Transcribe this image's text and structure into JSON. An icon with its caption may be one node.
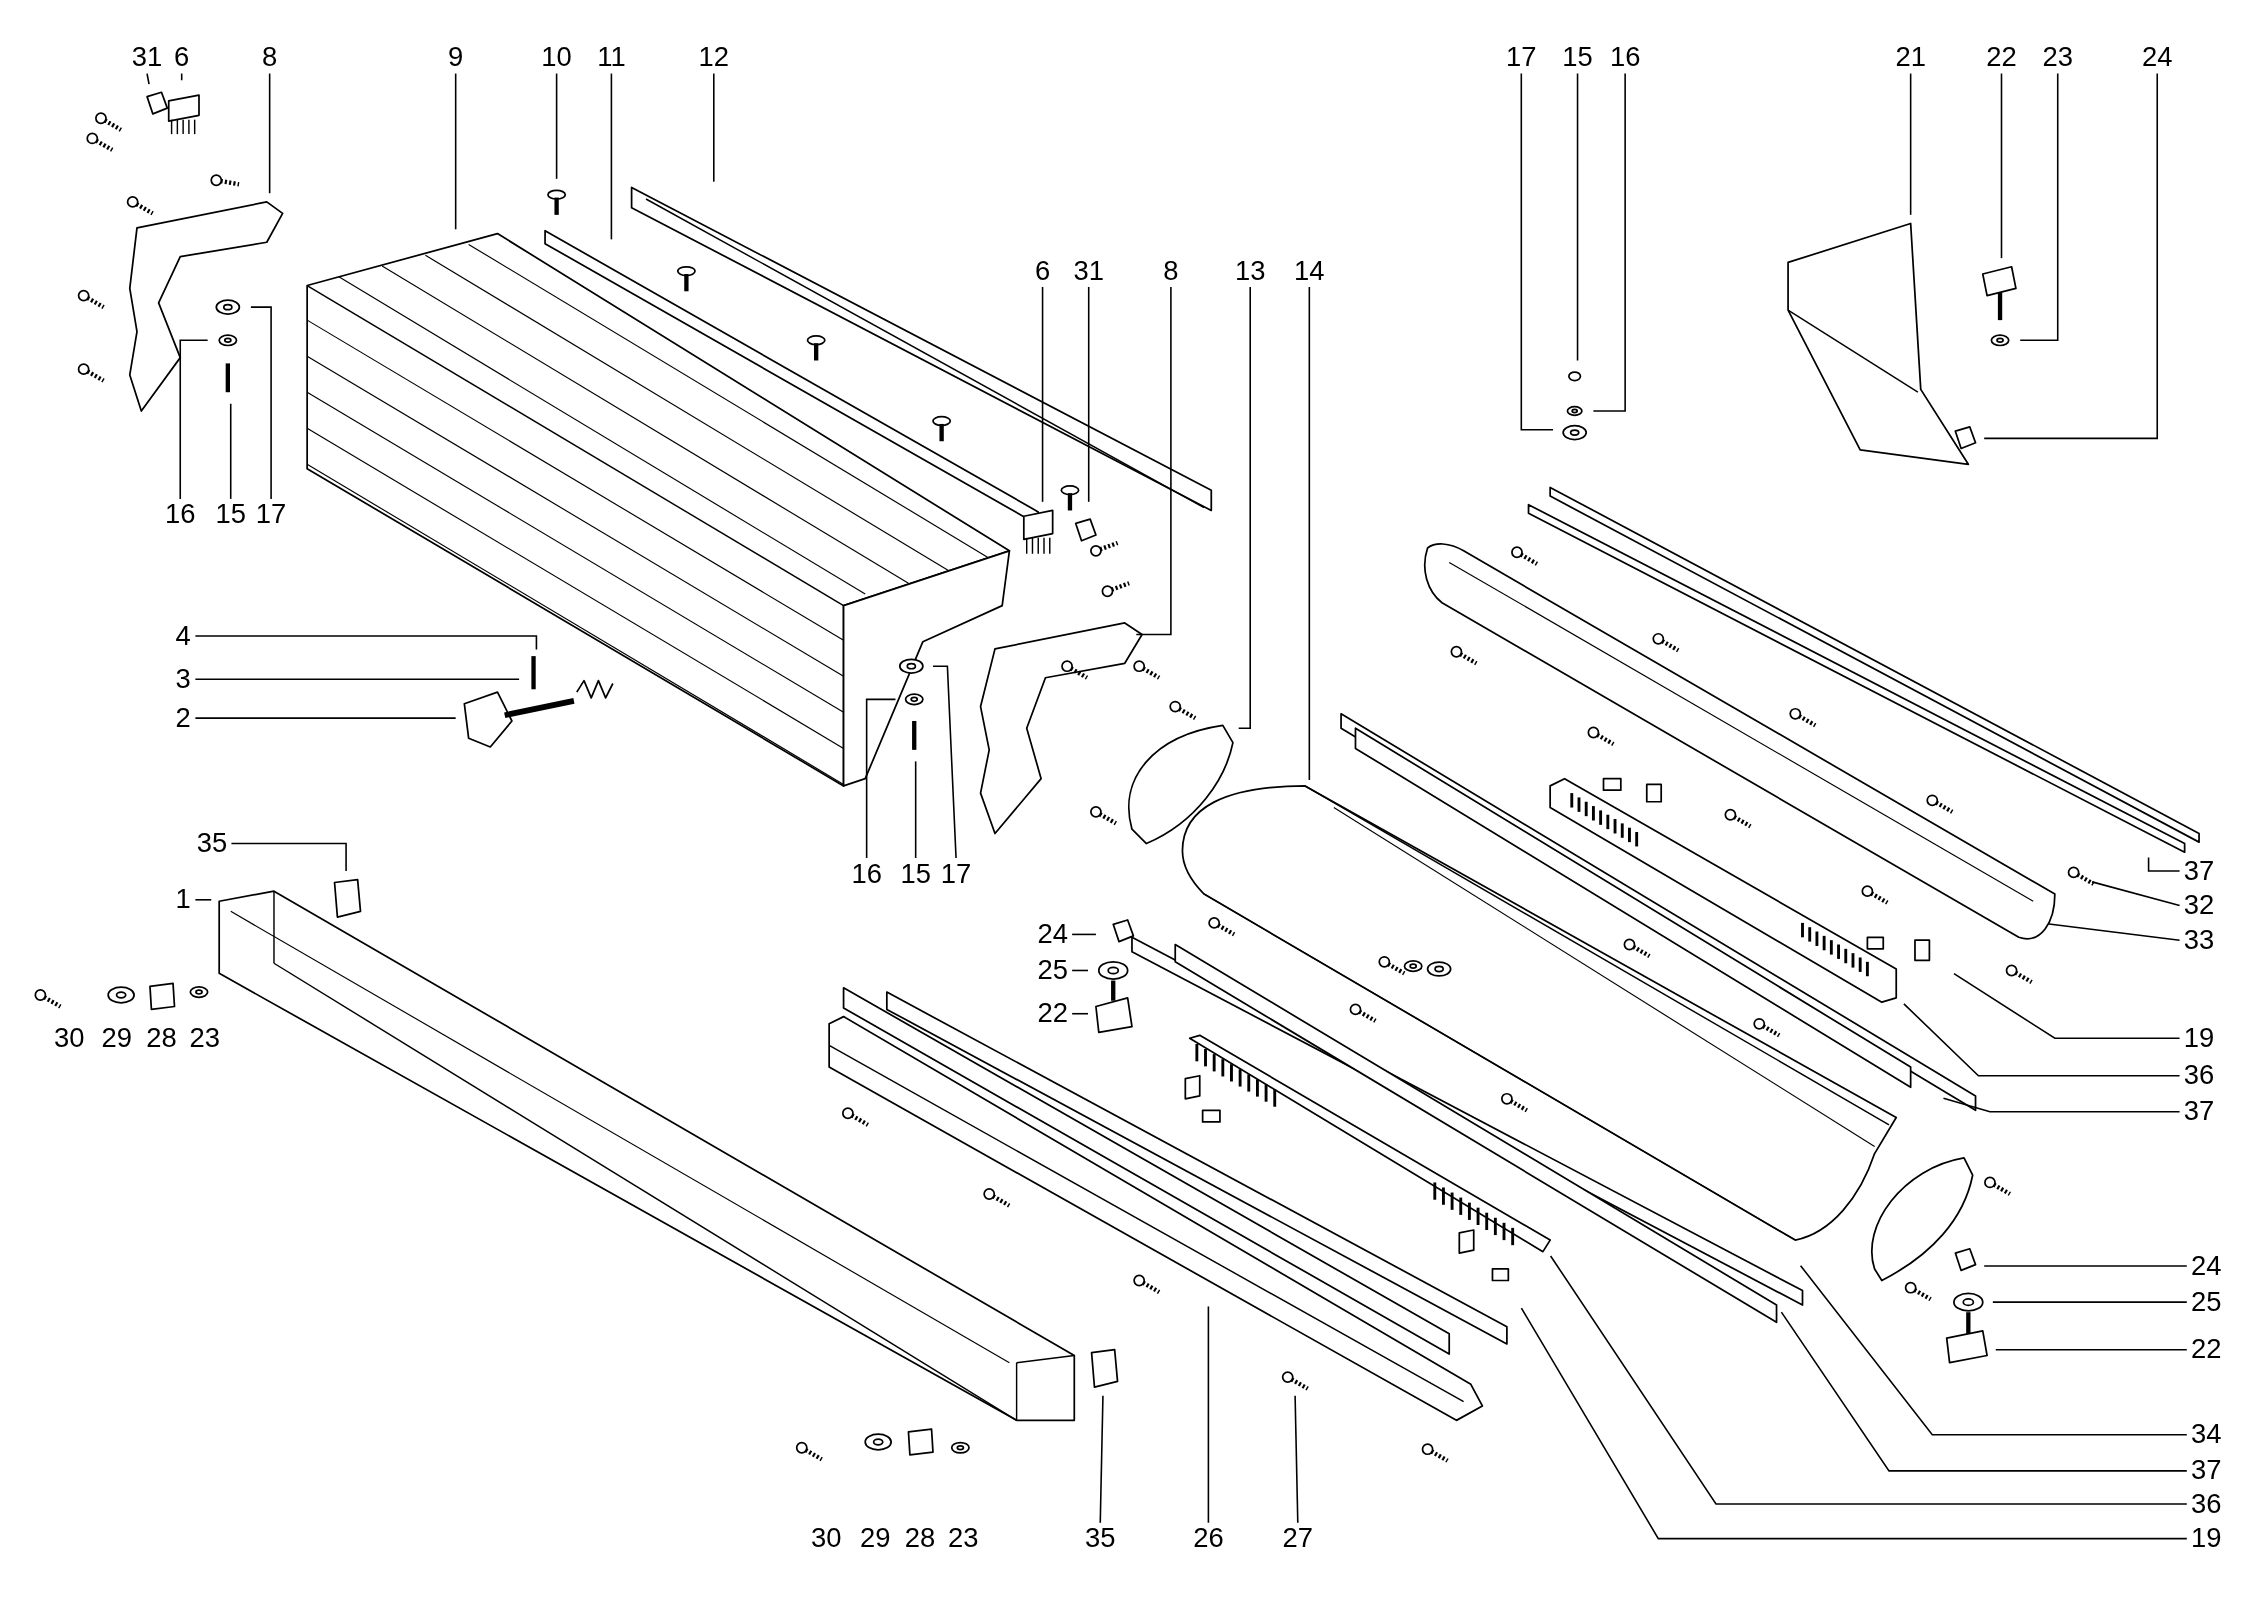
{
  "diagram": {
    "nodes": [
      {
        "text": [
          "31"
        ]
      },
      {
        "text": [
          "6"
        ]
      },
      {
        "text": [
          "8"
        ]
      },
      {
        "text": [
          "9"
        ]
      },
      {
        "text": [
          "10"
        ]
      },
      {
        "text": [
          "11"
        ]
      },
      {
        "text": [
          "12"
        ]
      },
      {
        "text": [
          "17"
        ]
      },
      {
        "text": [
          "15"
        ]
      },
      {
        "text": [
          "16"
        ]
      },
      {
        "text": [
          "21"
        ]
      },
      {
        "text": [
          "22"
        ]
      },
      {
        "text": [
          "23"
        ]
      },
      {
        "text": [
          "24"
        ]
      },
      {
        "text": [
          "6"
        ]
      },
      {
        "text": [
          "31"
        ]
      },
      {
        "text": [
          "8"
        ]
      },
      {
        "text": [
          "13"
        ]
      },
      {
        "text": [
          "14"
        ]
      },
      {
        "text": [
          "16"
        ]
      },
      {
        "text": [
          "15"
        ]
      },
      {
        "text": [
          "17"
        ]
      },
      {
        "text": [
          "4"
        ]
      },
      {
        "text": [
          "3"
        ]
      },
      {
        "text": [
          "2"
        ]
      },
      {
        "text": [
          "16"
        ]
      },
      {
        "text": [
          "15"
        ]
      },
      {
        "text": [
          "17"
        ]
      },
      {
        "text": [
          "35"
        ]
      },
      {
        "text": [
          "1"
        ]
      },
      {
        "text": [
          "24"
        ]
      },
      {
        "text": [
          "25"
        ]
      },
      {
        "text": [
          "22"
        ]
      },
      {
        "text": [
          "37"
        ]
      },
      {
        "text": [
          "32"
        ]
      },
      {
        "text": [
          "33"
        ]
      },
      {
        "text": [
          "19"
        ]
      },
      {
        "text": [
          "36"
        ]
      },
      {
        "text": [
          "37"
        ]
      },
      {
        "text": [
          "24"
        ]
      },
      {
        "text": [
          "25"
        ]
      },
      {
        "text": [
          "22"
        ]
      },
      {
        "text": [
          "34"
        ]
      },
      {
        "text": [
          "37"
        ]
      },
      {
        "text": [
          "36"
        ]
      },
      {
        "text": [
          "19"
        ]
      },
      {
        "text": [
          "35"
        ]
      },
      {
        "text": [
          "26"
        ]
      },
      {
        "text": [
          "27"
        ]
      }
    ],
    "edges": [
      {
        "from": 0,
        "to": null,
        "arrow": "none"
      },
      {
        "from": 1,
        "to": null,
        "arrow": "none"
      },
      {
        "from": 2,
        "to": null,
        "arrow": "none"
      },
      {
        "from": 3,
        "to": null,
        "arrow": "none"
      },
      {
        "from": 4,
        "to": null,
        "arrow": "none"
      },
      {
        "from": 5,
        "to": null,
        "arrow": "none"
      },
      {
        "from": 6,
        "to": null,
        "arrow": "none"
      },
      {
        "from": 7,
        "to": null,
        "arrow": "none"
      },
      {
        "from": 8,
        "to": null,
        "arrow": "none"
      },
      {
        "from": 9,
        "to": null,
        "arrow": "none"
      },
      {
        "from": 10,
        "to": null,
        "arrow": "none"
      },
      {
        "from": 11,
        "to": null,
        "arrow": "none"
      },
      {
        "from": 12,
        "to": null,
        "arrow": "none"
      },
      {
        "from": 13,
        "to": null,
        "arrow": "none"
      },
      {
        "from": 14,
        "to": null,
        "arrow": "none"
      },
      {
        "from": 15,
        "to": null,
        "arrow": "none"
      },
      {
        "from": 16,
        "to": null,
        "arrow": "none"
      },
      {
        "from": 17,
        "to": null,
        "arrow": "none"
      },
      {
        "from": 18,
        "to": null,
        "arrow": "none"
      },
      {
        "from": 19,
        "to": null,
        "arrow": "none"
      },
      {
        "from": 20,
        "to": null,
        "arrow": "none"
      },
      {
        "from": 21,
        "to": null,
        "arrow": "none"
      },
      {
        "from": 22,
        "to": null,
        "arrow": "none"
      },
      {
        "from": 23,
        "to": null,
        "arrow": "none"
      },
      {
        "from": 24,
        "to": null,
        "arrow": "none"
      },
      {
        "from": 25,
        "to": null,
        "arrow": "none"
      },
      {
        "from": 26,
        "to": null,
        "arrow": "none"
      },
      {
        "from": 27,
        "to": null,
        "arrow": "none"
      },
      {
        "from": 28,
        "to": null,
        "arrow": "none"
      },
      {
        "from": 29,
        "to": null,
        "arrow": "none"
      },
      {
        "from": 30,
        "to": null,
        "arrow": "none"
      },
      {
        "from": 31,
        "to": null,
        "arrow": "none"
      },
      {
        "from": 32,
        "to": null,
        "arrow": "none"
      },
      {
        "from": 33,
        "to": null,
        "arrow": "none"
      },
      {
        "from": 34,
        "to": null,
        "arrow": "none"
      },
      {
        "from": 35,
        "to": null,
        "arrow": "none"
      },
      {
        "from": 36,
        "to": null,
        "arrow": "none"
      },
      {
        "from": 37,
        "to": null,
        "arrow": "none"
      },
      {
        "from": 38,
        "to": null,
        "arrow": "none"
      },
      {
        "from": 39,
        "to": null,
        "arrow": "none"
      },
      {
        "from": 40,
        "to": null,
        "arrow": "none"
      },
      {
        "from": 41,
        "to": null,
        "arrow": "none"
      },
      {
        "from": 42,
        "to": null,
        "arrow": "none"
      },
      {
        "from": 43,
        "to": null,
        "arrow": "none"
      },
      {
        "from": 44,
        "to": null,
        "arrow": "none"
      },
      {
        "from": 45,
        "to": null,
        "arrow": "none"
      },
      {
        "from": 46,
        "to": null,
        "arrow": "none"
      },
      {
        "from": 47,
        "to": null,
        "arrow": "none"
      },
      {
        "from": 48,
        "to": null,
        "arrow": "none"
      }
    ],
    "labels": [
      "30",
      "29",
      "28",
      "23",
      "30",
      "29",
      "28",
      "23"
    ]
  }
}
